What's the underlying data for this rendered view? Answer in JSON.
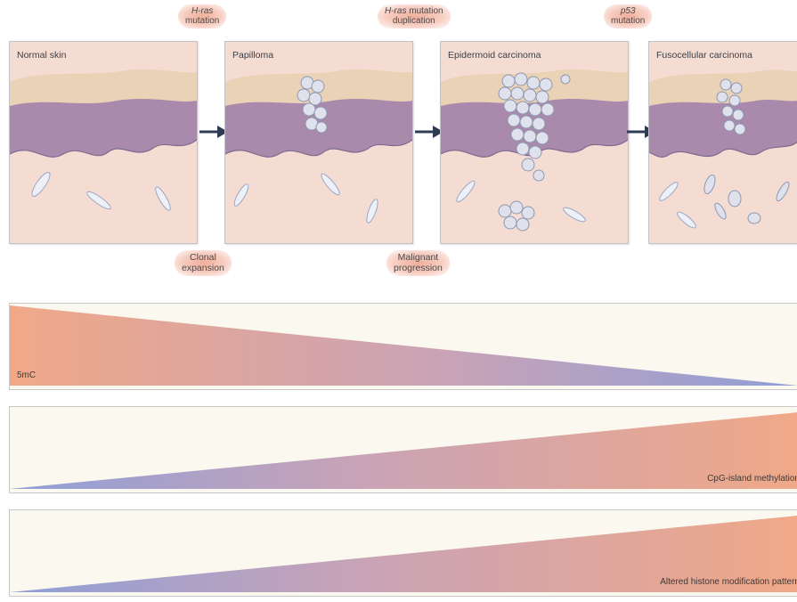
{
  "events_top": [
    {
      "gene": "H-ras",
      "text": "mutation"
    },
    {
      "gene": "H-ras",
      "text": "mutation",
      "text2": "duplication"
    },
    {
      "gene": "p53",
      "text": "mutation"
    }
  ],
  "events_bottom": [
    {
      "line1": "Clonal",
      "line2": "expansion"
    },
    {
      "line1": "Malignant",
      "line2": "progression"
    }
  ],
  "stages": [
    "Normal skin",
    "Papilloma",
    "Epidermoid carcinoma",
    "Fusocellular carcinoma"
  ],
  "bars": [
    {
      "label": "5mC",
      "trend": "decreasing"
    },
    {
      "label": "CpG-island methylation",
      "trend": "increasing"
    },
    {
      "label": "Altered histone modification pattern",
      "trend": "increasing"
    }
  ],
  "colors": {
    "dermis": "#f5dcd2",
    "epidermis": "#a98aac",
    "cornified": "#e9d2b6",
    "high": "#f0a888",
    "low": "#8f9fd8",
    "arrow": "#2f3b52"
  }
}
